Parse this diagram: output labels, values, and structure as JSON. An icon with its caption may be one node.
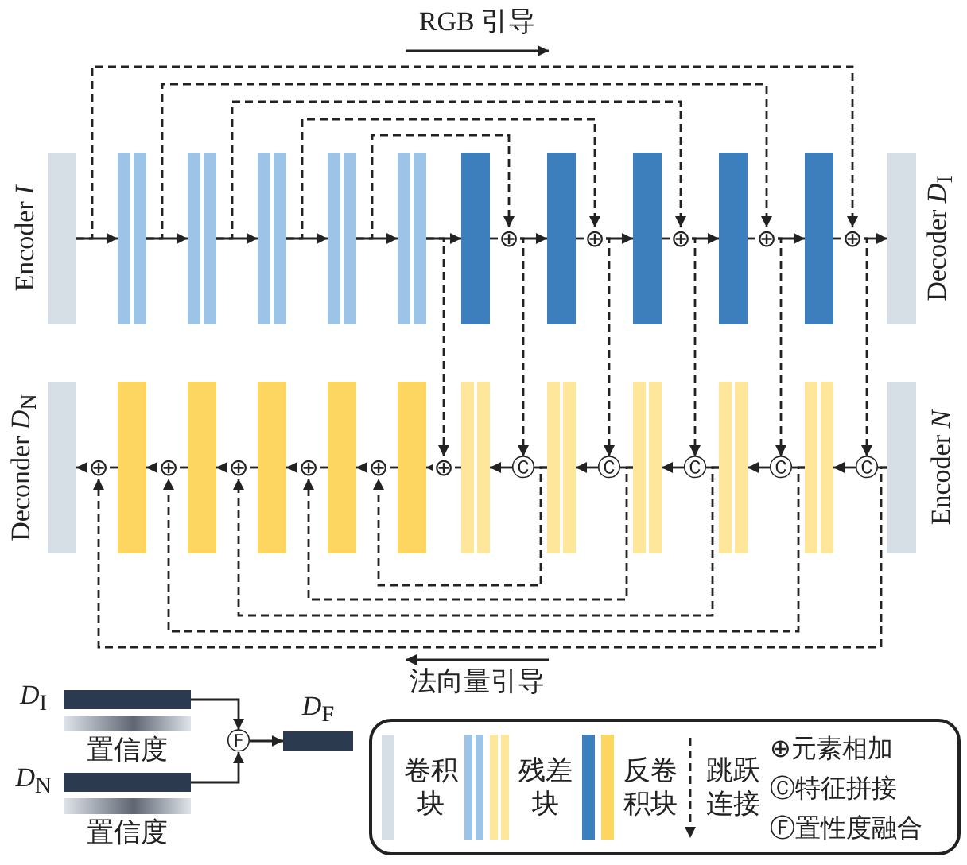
{
  "diagram": {
    "nodes": [
      {
        "text": [
          "Encoder *I*"
        ]
      },
      {
        "text": [],
        "shape": "bar"
      },
      {
        "text": [],
        "shape": "bar"
      },
      {
        "text": [],
        "shape": "bar"
      },
      {
        "text": [],
        "shape": "bar"
      },
      {
        "text": [],
        "shape": "bar"
      },
      {
        "text": [],
        "shape": "bar"
      },
      {
        "text": [],
        "shape": "bar"
      },
      {
        "text": [],
        "shape": "bar"
      },
      {
        "text": [],
        "shape": "bar"
      },
      {
        "text": [],
        "shape": "bar"
      },
      {
        "text": [
          "Decoder *D*$_{I}$"
        ]
      },
      {
        "text": [
          "⊕"
        ]
      },
      {
        "text": [
          "⊕"
        ]
      },
      {
        "text": [
          "⊕"
        ]
      },
      {
        "text": [
          "⊕"
        ]
      },
      {
        "text": [
          "⊕"
        ]
      },
      {
        "text": [
          "Deconder *D*$_{N}$"
        ]
      },
      {
        "text": [],
        "shape": "bar"
      },
      {
        "text": [],
        "shape": "bar"
      },
      {
        "text": [],
        "shape": "bar"
      },
      {
        "text": [],
        "shape": "bar"
      },
      {
        "text": [],
        "shape": "bar"
      },
      {
        "text": [],
        "shape": "bar"
      },
      {
        "text": [],
        "shape": "bar"
      },
      {
        "text": [],
        "shape": "bar"
      },
      {
        "text": [],
        "shape": "bar"
      },
      {
        "text": [],
        "shape": "bar"
      },
      {
        "text": [
          "Encoder *N*"
        ]
      },
      {
        "text": [
          "⊕"
        ]
      },
      {
        "text": [
          "⊕"
        ]
      },
      {
        "text": [
          "⊕"
        ]
      },
      {
        "text": [
          "⊕"
        ]
      },
      {
        "text": [
          "⊕"
        ]
      },
      {
        "text": [
          "⊕"
        ]
      },
      {
        "text": [
          "Ⓒ"
        ]
      },
      {
        "text": [
          "Ⓒ"
        ]
      },
      {
        "text": [
          "Ⓒ"
        ]
      },
      {
        "text": [
          "Ⓒ"
        ]
      },
      {
        "text": [
          "Ⓒ"
        ]
      },
      {
        "text": [
          "*D*$_{I}$"
        ]
      },
      {
        "text": [
          "置信度"
        ]
      },
      {
        "text": [
          "*D*$_{N}$"
        ]
      },
      {
        "text": [
          "置信度"
        ]
      },
      {
        "text": [
          "Ⓕ"
        ]
      },
      {
        "text": [
          "*D*$_{F}$"
        ]
      }
    ],
    "edges": [
      {
        "from": 0,
        "to": 1,
        "arrow": "to"
      },
      {
        "from": 1,
        "to": 2,
        "arrow": "to"
      },
      {
        "from": 2,
        "to": 3,
        "arrow": "to"
      },
      {
        "from": 3,
        "to": 4,
        "arrow": "to"
      },
      {
        "from": 4,
        "to": 5,
        "arrow": "to"
      },
      {
        "from": 5,
        "to": 6,
        "arrow": "to"
      },
      {
        "from": 6,
        "to": 12,
        "arrow": "none"
      },
      {
        "from": 12,
        "to": 7,
        "arrow": "to"
      },
      {
        "from": 7,
        "to": 13,
        "arrow": "none"
      },
      {
        "from": 13,
        "to": 8,
        "arrow": "to"
      },
      {
        "from": 8,
        "to": 14,
        "arrow": "none"
      },
      {
        "from": 14,
        "to": 9,
        "arrow": "to"
      },
      {
        "from": 9,
        "to": 15,
        "arrow": "none"
      },
      {
        "from": 15,
        "to": 10,
        "arrow": "to"
      },
      {
        "from": 10,
        "to": 16,
        "arrow": "none"
      },
      {
        "from": 16,
        "to": 11,
        "arrow": "to"
      },
      {
        "from": 0,
        "to": 16,
        "arrow": "to",
        "style": "dashed"
      },
      {
        "from": 1,
        "to": 15,
        "arrow": "to",
        "style": "dashed"
      },
      {
        "from": 2,
        "to": 14,
        "arrow": "to",
        "style": "dashed"
      },
      {
        "from": 3,
        "to": 13,
        "arrow": "to",
        "style": "dashed"
      },
      {
        "from": 4,
        "to": 12,
        "arrow": "to",
        "style": "dashed"
      },
      {
        "from": 5,
        "to": 34,
        "arrow": "to",
        "style": "dashed"
      },
      {
        "from": 12,
        "to": 35,
        "arrow": "to",
        "style": "dashed"
      },
      {
        "from": 13,
        "to": 36,
        "arrow": "to",
        "style": "dashed"
      },
      {
        "from": 14,
        "to": 37,
        "arrow": "to",
        "style": "dashed"
      },
      {
        "from": 15,
        "to": 38,
        "arrow": "to",
        "style": "dashed"
      },
      {
        "from": 16,
        "to": 39,
        "arrow": "to",
        "style": "dashed"
      },
      {
        "from": 28,
        "to": 39,
        "arrow": "none"
      },
      {
        "from": 39,
        "to": 27,
        "arrow": "to"
      },
      {
        "from": 27,
        "to": 38,
        "arrow": "none"
      },
      {
        "from": 38,
        "to": 26,
        "arrow": "to"
      },
      {
        "from": 26,
        "to": 37,
        "arrow": "none"
      },
      {
        "from": 37,
        "to": 25,
        "arrow": "to"
      },
      {
        "from": 25,
        "to": 36,
        "arrow": "none"
      },
      {
        "from": 36,
        "to": 24,
        "arrow": "to"
      },
      {
        "from": 24,
        "to": 35,
        "arrow": "none"
      },
      {
        "from": 35,
        "to": 23,
        "arrow": "to"
      },
      {
        "from": 23,
        "to": 34,
        "arrow": "none"
      },
      {
        "from": 34,
        "to": 22,
        "arrow": "to"
      },
      {
        "from": 22,
        "to": 33,
        "arrow": "none"
      },
      {
        "from": 33,
        "to": 21,
        "arrow": "to"
      },
      {
        "from": 21,
        "to": 32,
        "arrow": "none"
      },
      {
        "from": 32,
        "to": 20,
        "arrow": "to"
      },
      {
        "from": 20,
        "to": 31,
        "arrow": "none"
      },
      {
        "from": 31,
        "to": 19,
        "arrow": "to"
      },
      {
        "from": 19,
        "to": 30,
        "arrow": "none"
      },
      {
        "from": 30,
        "to": 18,
        "arrow": "to"
      },
      {
        "from": 18,
        "to": 29,
        "arrow": "none"
      },
      {
        "from": 29,
        "to": 17,
        "arrow": "to"
      },
      {
        "from": 24,
        "to": 33,
        "arrow": "to",
        "style": "dashed"
      },
      {
        "from": 25,
        "to": 32,
        "arrow": "to",
        "style": "dashed"
      },
      {
        "from": 26,
        "to": 31,
        "arrow": "to",
        "style": "dashed"
      },
      {
        "from": 27,
        "to": 30,
        "arrow": "to",
        "style": "dashed"
      },
      {
        "from": 28,
        "to": 29,
        "arrow": "to",
        "style": "dashed"
      },
      {
        "from": 40,
        "to": 44,
        "arrow": "to"
      },
      {
        "from": 42,
        "to": 44,
        "arrow": "to"
      },
      {
        "from": 44,
        "to": 45,
        "arrow": "to"
      }
    ],
    "labels": [
      "RGB 引导",
      "法向量引导"
    ],
    "legend": [
      {
        "text": "卷积块"
      },
      {
        "text": "残差块"
      },
      {
        "text": "反卷积块"
      },
      {
        "text": "跳跃连接"
      },
      {
        "text": "⊕元素相加"
      },
      {
        "text": "Ⓒ特征拼接"
      },
      {
        "text": "Ⓕ置性度融合"
      }
    ]
  }
}
